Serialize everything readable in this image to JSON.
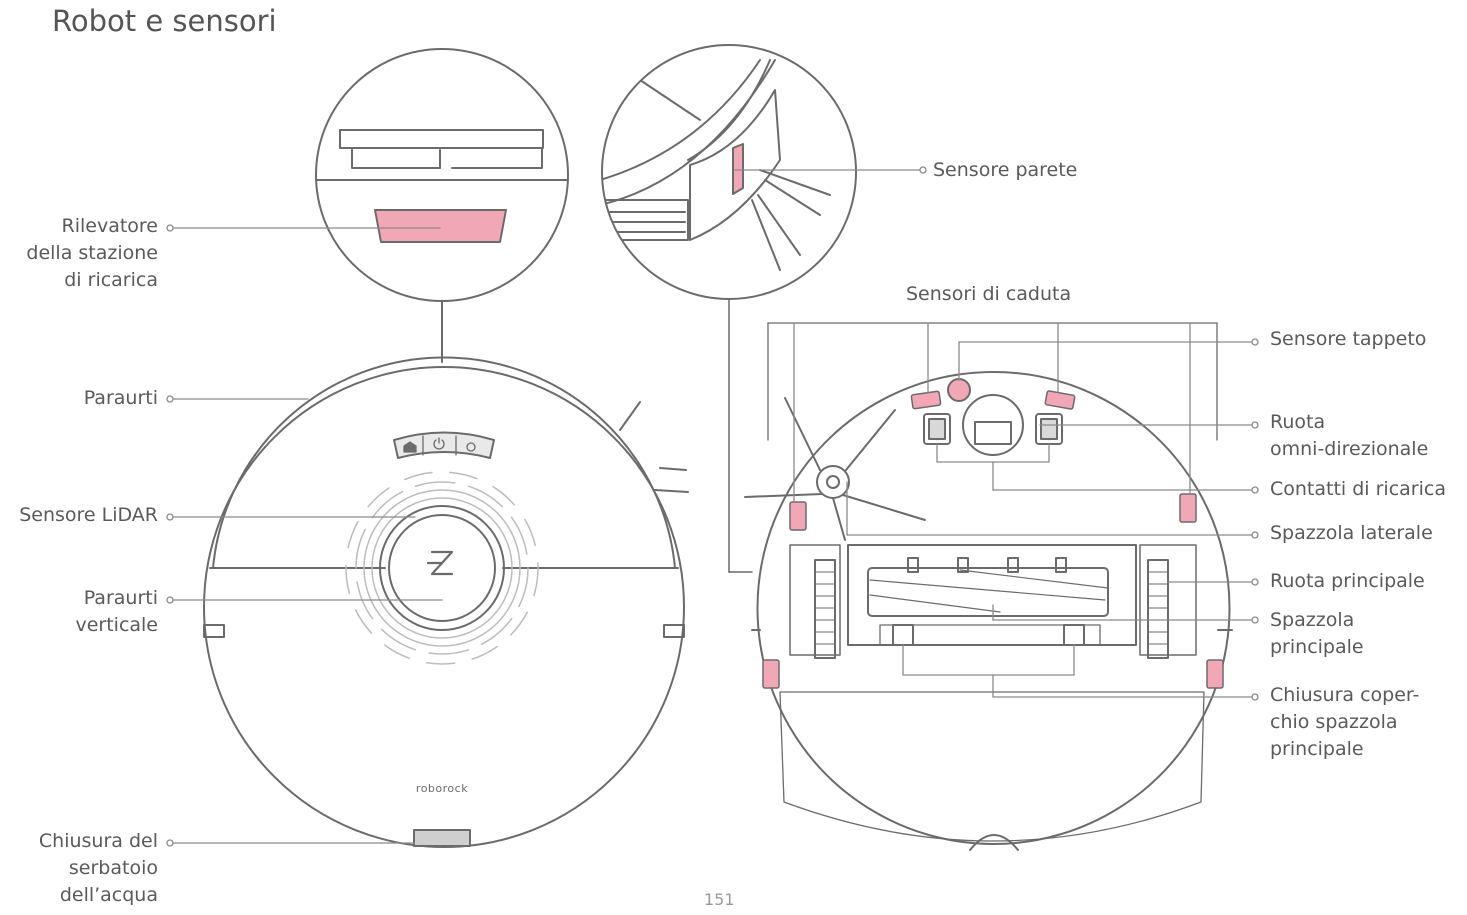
{
  "page": {
    "title": "Robot e sensori",
    "page_number": "151"
  },
  "brand": "roborock",
  "logo_glyph": "Z",
  "labels": {
    "station_detector": [
      "Rilevatore",
      "della stazione",
      "di ricarica"
    ],
    "bumper": [
      "Paraurti"
    ],
    "lidar": [
      "Sensore LiDAR"
    ],
    "vertical_bumper": [
      "Paraurti",
      "verticale"
    ],
    "water_tank_latch": [
      "Chiusura del",
      "serbatoio",
      "dell’acqua"
    ],
    "wall_sensor": [
      "Sensore parete"
    ],
    "cliff_sensors": [
      "Sensori di caduta"
    ],
    "carpet_sensor": [
      "Sensore tappeto"
    ],
    "omni_wheel": [
      "Ruota",
      "omni-direzionale"
    ],
    "charging_contacts": [
      "Contatti di ricarica"
    ],
    "side_brush": [
      "Spazzola laterale"
    ],
    "main_wheel": [
      "Ruota principale"
    ],
    "main_brush": [
      "Spazzola",
      "principale"
    ],
    "main_brush_cover_latch": [
      "Chiusura coper-",
      "chio spazzola",
      "principale"
    ]
  },
  "colors": {
    "line": "#6b6b6b",
    "leader": "#8a8a8a",
    "highlight": "#f2a7b6",
    "highlight_dark": "#e0879a"
  },
  "icons": [
    "leader-dot-icon",
    "power-icon",
    "dock-icon",
    "spot-icon"
  ]
}
